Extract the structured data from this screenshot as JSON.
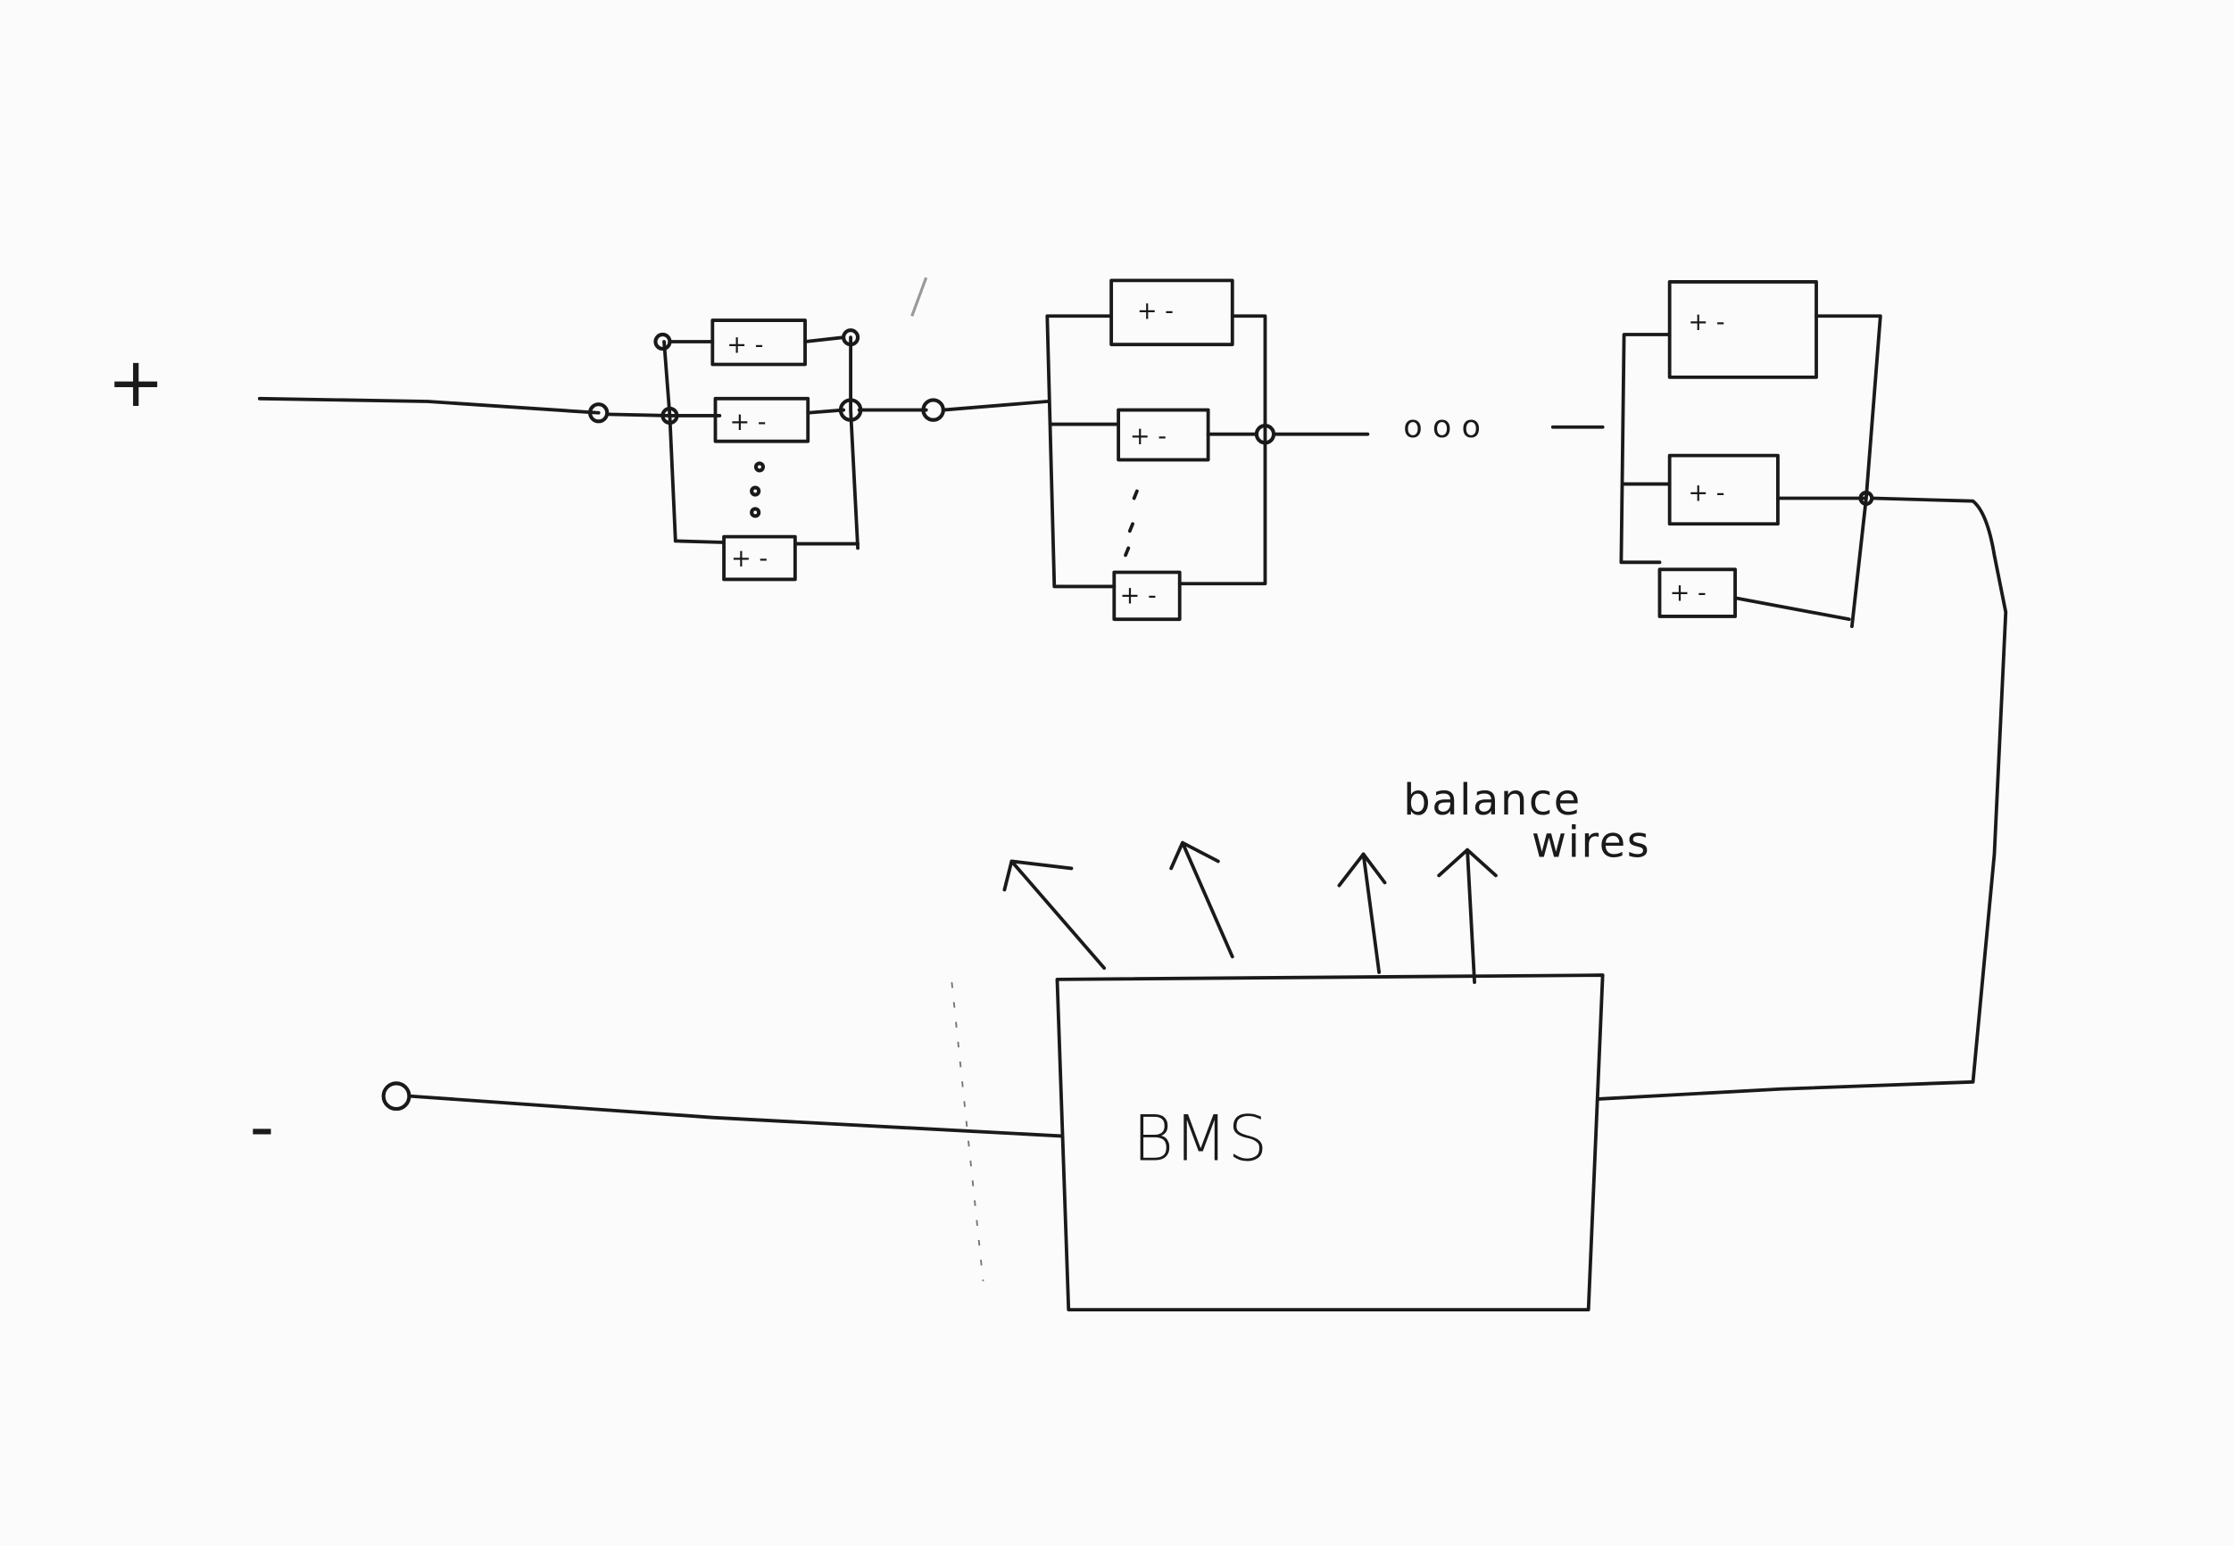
{
  "terminals": {
    "positive": "+",
    "negative": "-"
  },
  "cell_label": "+ -",
  "series_continuation": "o o o",
  "bms": {
    "label": "BMS"
  },
  "annotation": {
    "line1": "balance",
    "line2": "wires"
  },
  "colors": {
    "ink": "#1a1a1a",
    "paper": "#fbfbfb"
  }
}
